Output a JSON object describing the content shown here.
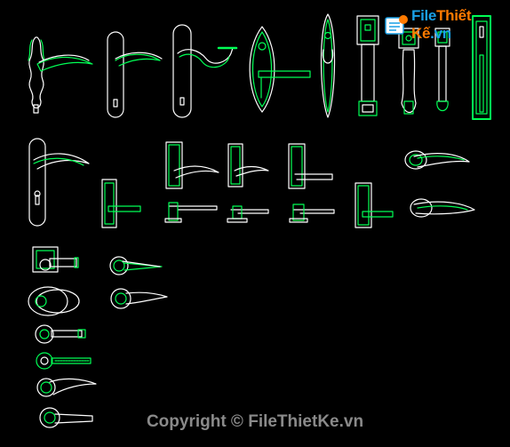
{
  "logo": {
    "part1": "File",
    "part2": "Thiết Kế",
    "part3": ".vn"
  },
  "copyright": "Copyright © FileThietKe.vn",
  "colors": {
    "background": "#000000",
    "outline": "#ffffff",
    "accent": "#00ff55",
    "logo_blue": "#1aa0e6",
    "logo_orange": "#ff7a00",
    "copyright_gray": "#8a8a8a"
  }
}
